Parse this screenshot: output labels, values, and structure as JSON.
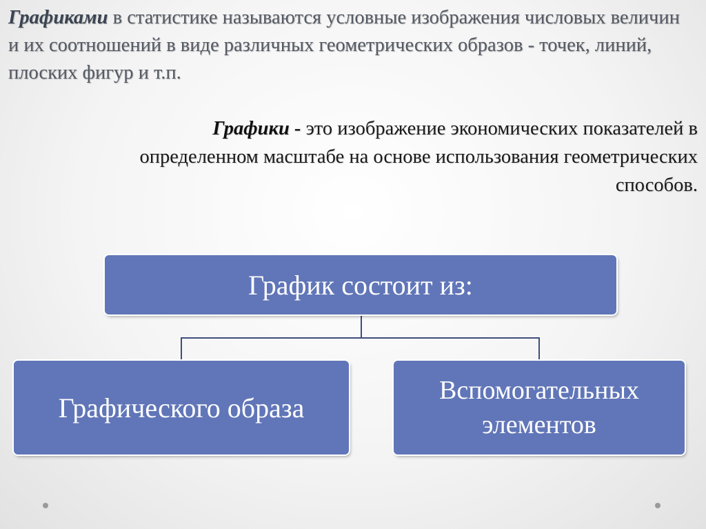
{
  "intro": {
    "term": "Графиками",
    "text": " в статистике называются условные изображения числовых величин и их соотношений в виде различных геометрических образов - точек, линий, плоских фигур и т.п."
  },
  "definition": {
    "term": "Графики -",
    "text": " это изображение экономических показателей в определенном масштабе на основе использования геометрических способов."
  },
  "diagram": {
    "root": "График состоит из:",
    "children": [
      "Графического образа",
      "Вспомогательных элементов"
    ],
    "colors": {
      "box_fill": "#6176b8",
      "connector": "#3f4d7a"
    }
  },
  "nav": {
    "prev_icon": "dot-icon",
    "next_icon": "dot-icon"
  }
}
